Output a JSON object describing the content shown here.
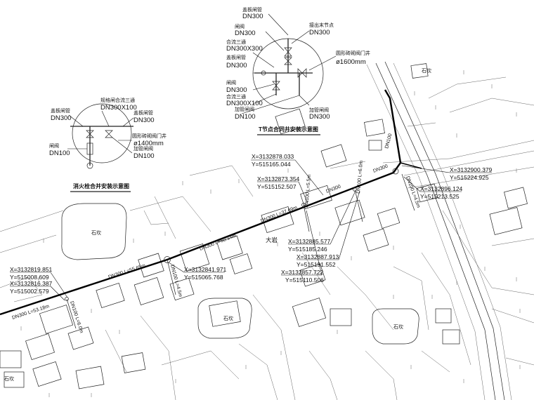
{
  "detail_t": {
    "title": "T节点合同井安装示意图",
    "callouts": [
      {
        "small": "盖板闸管",
        "main": "DN300"
      },
      {
        "small": "闸阀",
        "main": "DN300"
      },
      {
        "small": "合流三通",
        "main": "DN300X300"
      },
      {
        "small": "盖板闸管",
        "main": "DN300"
      },
      {
        "small": "闸阀",
        "main": "DN300"
      },
      {
        "small": "合流三通",
        "main": "DN300X100"
      },
      {
        "small": "加管闸阀",
        "main": "DN100"
      },
      {
        "small": "接出末节点",
        "main": "DN300"
      },
      {
        "small": "圆形砖砌阀门井",
        "main": "ø1600mm"
      },
      {
        "small": "加管闸阀",
        "main": "DN300"
      }
    ]
  },
  "detail_h": {
    "title": "消火栓合并安装示意图",
    "callouts": [
      {
        "small": "盖板闸管",
        "main": "DN300"
      },
      {
        "small": "规格闸合流三通",
        "main": "DN300X100"
      },
      {
        "small": "盖板闸管",
        "main": "DN300"
      },
      {
        "small": "圆形砖砌阀门井",
        "main": "ø1400mm"
      },
      {
        "small": "闸阀",
        "main": "DN100"
      },
      {
        "small": "加管闸阀",
        "main": "DN100"
      }
    ]
  },
  "coordinates": [
    {
      "x": "X=3132878.033",
      "y": "Y=515165.044"
    },
    {
      "x": "X=3132873.354",
      "y": "Y=515152.507"
    },
    {
      "x": "X=3132900.379",
      "y": "Y=515224.925"
    },
    {
      "x": "X=3132896.124",
      "y": "Y=515213.525"
    },
    {
      "x": "X=3132885.577",
      "y": "Y=515185.246"
    },
    {
      "x": "X=3132887.913",
      "y": "Y=515191.552"
    },
    {
      "x": "X=3132857.722",
      "y": "Y=515110.506"
    },
    {
      "x": "X=3132841.971",
      "y": "Y=515065.768"
    },
    {
      "x": "X=3132819.851",
      "y": "Y=515008.609"
    },
    {
      "x": "X=3132816.387",
      "y": "Y=515002.579"
    }
  ],
  "pipe_labels": [
    "DN300 L=53.18m",
    "DN300 L=55.65m",
    "DN300 L=50.14m",
    "DN300 L=37.69m",
    "DN300",
    "DN300",
    "DN100"
  ],
  "branch_labels": [
    "DN100 L=6.0m",
    "DN100 L=4.5m",
    "DN100 L=5.5m",
    "DN100 L=6.0m",
    "DN100 L=4.5m"
  ],
  "site_labels": [
    "石坎",
    "大岩",
    "石坎",
    "石坎",
    "石坎",
    "石坎"
  ]
}
